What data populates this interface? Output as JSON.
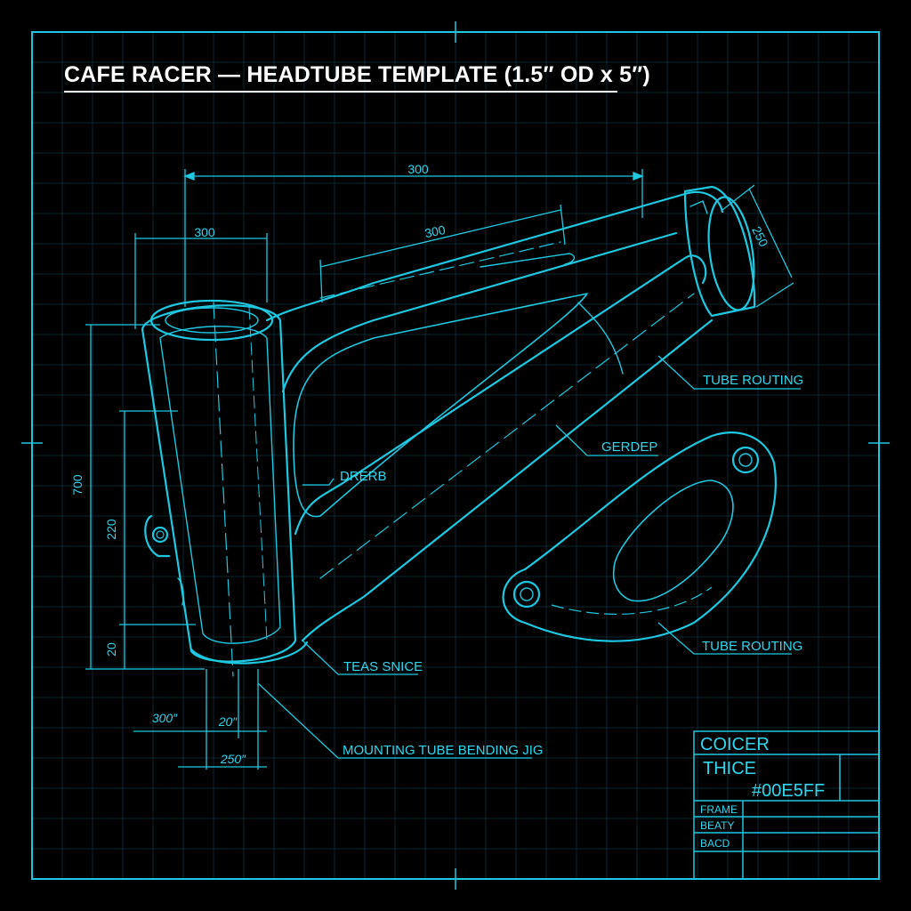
{
  "title": "CAFE RACER — HEADTUBE TEMPLATE (1.5″ OD x 5″)",
  "colors": {
    "background": "#000000",
    "line": "#1ec8e0",
    "grid": "#0d3340",
    "text": "#2fd6ee",
    "title": "#ffffff"
  },
  "dimensions": {
    "top_overall": "300",
    "top_left": "300",
    "top_tube": "300",
    "head_angle": "250",
    "left_overall": "700",
    "left_inner": "220",
    "left_bottom": "20",
    "bottom_left": "300″",
    "bottom_mid": "20″",
    "bottom_span": "250″"
  },
  "callouts": {
    "drerb": "DRERB",
    "tube_routing_top": "TUBE ROUTING",
    "gerdep": "GERDEP",
    "teas_snice": "TEAS SNICE",
    "tube_routing_bottom": "TUBE ROUTING",
    "mounting_jig": "MOUNTING TUBE BENDING JIG"
  },
  "title_block": {
    "line1": "COICER",
    "line2": "THICE",
    "color_code": "#00E5FF",
    "rows": [
      "FRAME",
      "BEATY",
      "BACD"
    ]
  }
}
